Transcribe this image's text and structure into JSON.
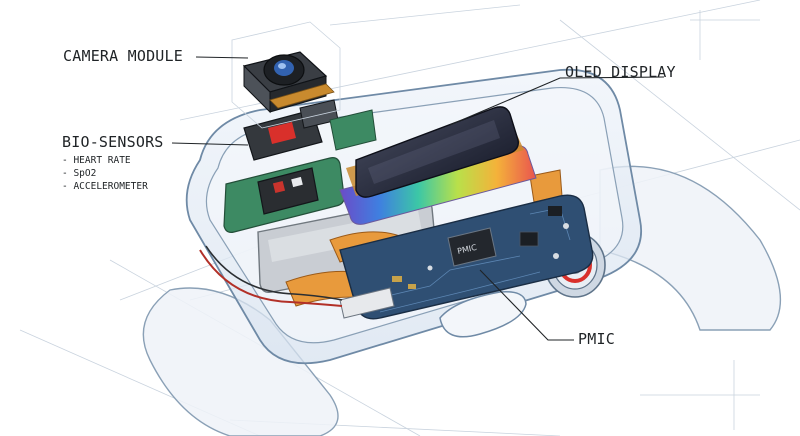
{
  "callouts": {
    "camera_module": "CAMERA MODULE",
    "bio_sensors": "BIO-SENSORS",
    "bio_sensor_items": [
      "- HEART RATE",
      "- SpO2",
      "- ACCELEROMETER"
    ],
    "oled_display": "OLED DISPLAY",
    "pmic": "PMIC"
  },
  "chip_markings": {
    "pmic_chip": "PMIC"
  },
  "colors": {
    "ink": "#1f2326",
    "glass": "#dbe6f2",
    "pcb": "#2f4f73",
    "flex": "#e89a3c",
    "crown_accent": "#d9302b"
  }
}
